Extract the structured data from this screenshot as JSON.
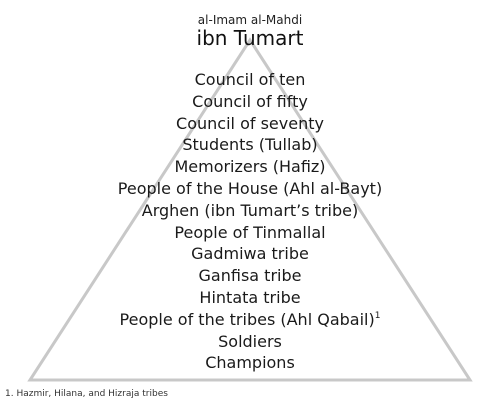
{
  "header": {
    "subtitle": "al-Imam al-Mahdi",
    "title": "ibn Tumart"
  },
  "levels": [
    {
      "label": "Council of ten"
    },
    {
      "label": "Council of fifty"
    },
    {
      "label": "Council of seventy"
    },
    {
      "label": "Students (Tullab)"
    },
    {
      "label": "Memorizers (Hafiz)"
    },
    {
      "label": "People of the House (Ahl al-Bayt)"
    },
    {
      "label": "Arghen (ibn Tumart’s tribe)"
    },
    {
      "label": "People of Tinmallal"
    },
    {
      "label": "Gadmiwa tribe"
    },
    {
      "label": "Ganfisa tribe"
    },
    {
      "label": "Hintata tribe"
    },
    {
      "label": "People of the tribes (Ahl Qabail)",
      "note_ref": "1"
    },
    {
      "label": "Soldiers"
    },
    {
      "label": "Champions"
    }
  ],
  "footnote": {
    "text": "1. Hazmir, Hilana, and Hizraja tribes"
  },
  "colors": {
    "outline": "#c8c8c8",
    "text": "#1a1a1a"
  }
}
